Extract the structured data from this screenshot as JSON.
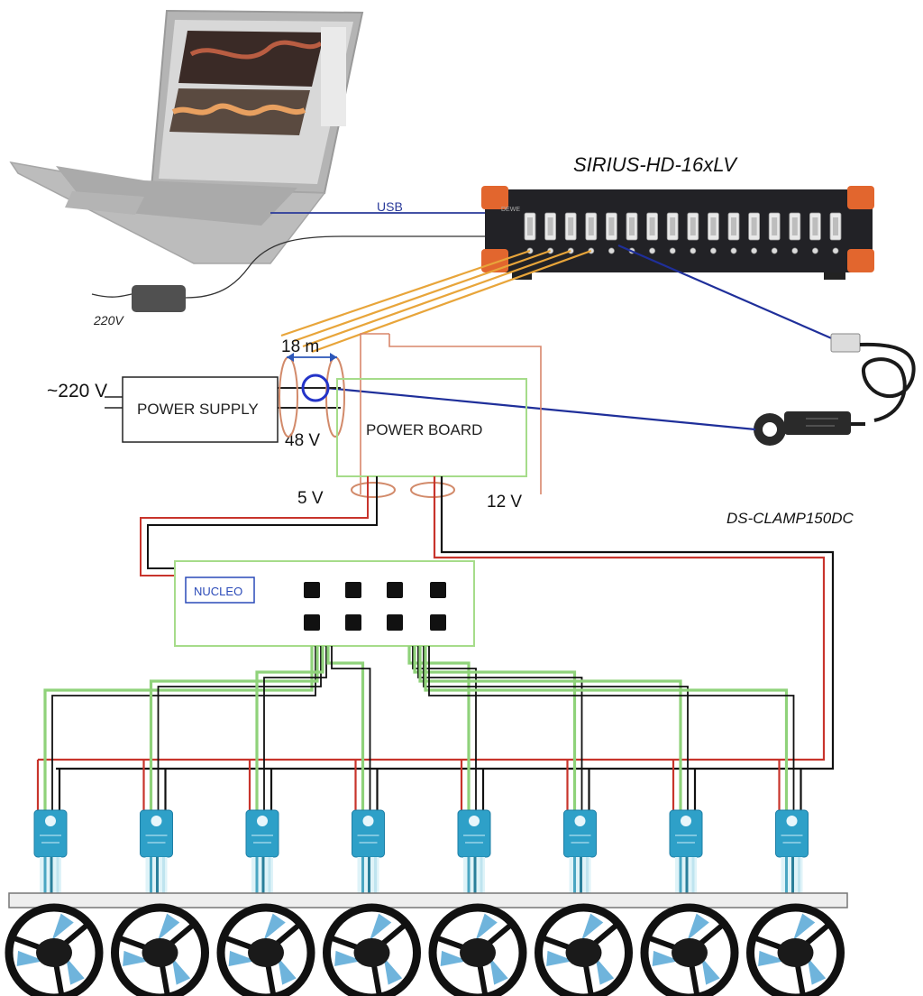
{
  "labels": {
    "daq_name": "SIRIUS-HD-16xLV",
    "usb": "USB",
    "mains_laptop": "220V",
    "mains_psu": "~220 V",
    "cable_length": "18 m",
    "psu_output": "48 V",
    "rail_5v": "5 V",
    "rail_12v": "12 V",
    "clamp_name": "DS-CLAMP150DC"
  },
  "blocks": {
    "power_supply": "POWER SUPPLY",
    "power_board": "POWER BOARD",
    "nucleo": "NUCLEO"
  },
  "daq": {
    "channel_count": 16,
    "brand": "DEWE"
  },
  "esc_count": 8,
  "motor_count": 8,
  "colors": {
    "usb_wire": "#2a3a9a",
    "signal_wire": "#e8a53a",
    "clamp_wire": "#1f2f9a",
    "positive_wire": "#c8342c",
    "ground_wire": "#111111",
    "pwm_wire": "#8fd27a",
    "esc_body": "#2ea0c8",
    "prop_blade": "#6fb4dc",
    "daq_end_caps": "#e2662e"
  }
}
